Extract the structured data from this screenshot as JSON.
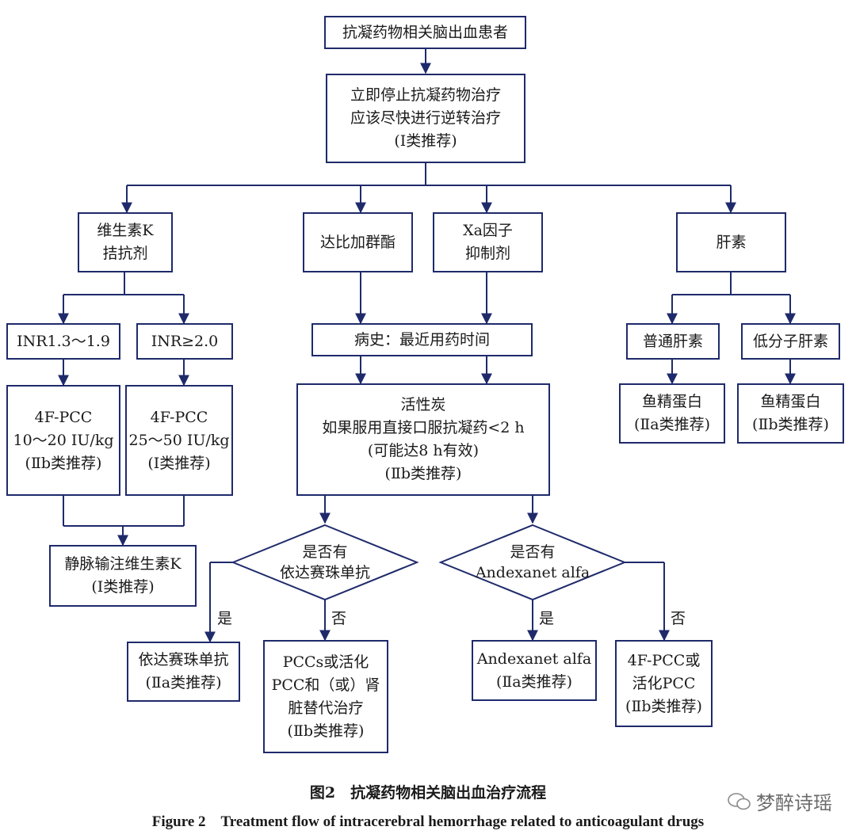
{
  "nodes": {
    "start": [
      "抗凝药物相关脑出血患者"
    ],
    "stop": [
      "立即停止抗凝药物治疗",
      "应该尽快进行逆转治疗",
      "(Ⅰ类推荐)"
    ],
    "vka": [
      "维生素K",
      "拮抗剂"
    ],
    "dabigatran": [
      "达比加群酯"
    ],
    "xa": [
      "Xa因子",
      "抑制剂"
    ],
    "heparin": [
      "肝素"
    ],
    "inr_low": [
      "INR1.3～1.9"
    ],
    "inr_high": [
      "INR≥2.0"
    ],
    "history": [
      "病史：最近用药时间"
    ],
    "ufh": [
      "普通肝素"
    ],
    "lmwh": [
      "低分子肝素"
    ],
    "pcc_low": [
      "4F-PCC",
      "10～20 IU/kg",
      "(Ⅱb类推荐)"
    ],
    "pcc_high": [
      "4F-PCC",
      "25～50 IU/kg",
      "(Ⅰ类推荐)"
    ],
    "charcoal": [
      "活性炭",
      "如果服用直接口服抗凝药<2 h",
      "(可能达8 h有效)",
      "(Ⅱb类推荐)"
    ],
    "protamine_ufh": [
      "鱼精蛋白",
      "(Ⅱa类推荐)"
    ],
    "protamine_lmwh": [
      "鱼精蛋白",
      "(Ⅱb类推荐)"
    ],
    "vitk_iv": [
      "静脉输注维生素K",
      "(Ⅰ类推荐)"
    ],
    "diamond_ida": [
      "是否有",
      "依达赛珠单抗"
    ],
    "diamond_andex": [
      "是否有",
      "Andexanet alfa"
    ],
    "ida_yes": [
      "依达赛珠单抗",
      "(Ⅱa类推荐)"
    ],
    "pcc_no": [
      "PCCs或活化",
      "PCC和（或）肾",
      "脏替代治疗",
      "(Ⅱb类推荐)"
    ],
    "andex_yes": [
      "Andexanet alfa",
      "(Ⅱa类推荐)"
    ],
    "pcc4_no": [
      "4F-PCC或",
      "活化PCC",
      "(Ⅱb类推荐)"
    ]
  },
  "edge_labels": {
    "yes": "是",
    "no": "否"
  },
  "caption": {
    "zh": "图2　抗凝药物相关脑出血治疗流程",
    "en": "Figure 2　Treatment flow of intracerebral hemorrhage related to anticoagulant drugs"
  },
  "watermark": "梦醉诗瑶",
  "colors": {
    "line": "#1f2a6b",
    "text": "#1a1a1a"
  }
}
